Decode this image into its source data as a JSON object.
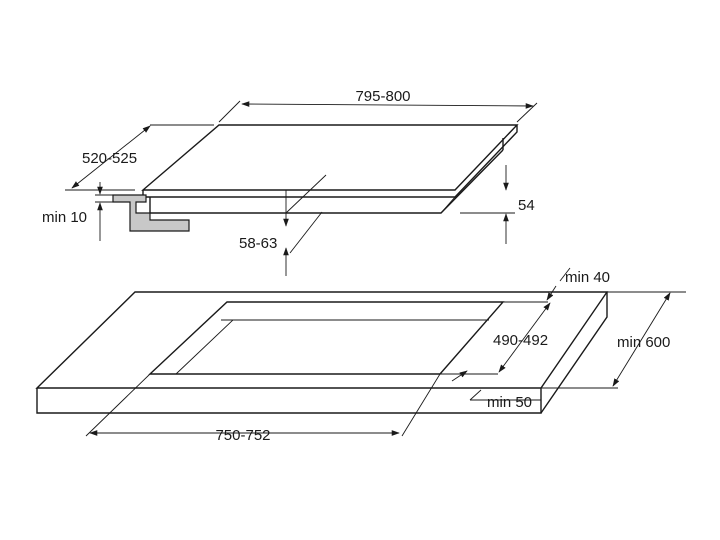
{
  "labels": {
    "hob_width": "795-800",
    "hob_depth": "520-525",
    "hob_height": "54",
    "min_clearance": "min 10",
    "depth_range": "58-63",
    "cut_depth": "490-492",
    "cut_width": "750-752",
    "min_back": "min 40",
    "min_worktop_depth": "min 600",
    "min_front": "min 50"
  },
  "colors": {
    "line": "#1a1a1a",
    "bracket_fill": "#c8c8c8",
    "background": "#ffffff"
  }
}
